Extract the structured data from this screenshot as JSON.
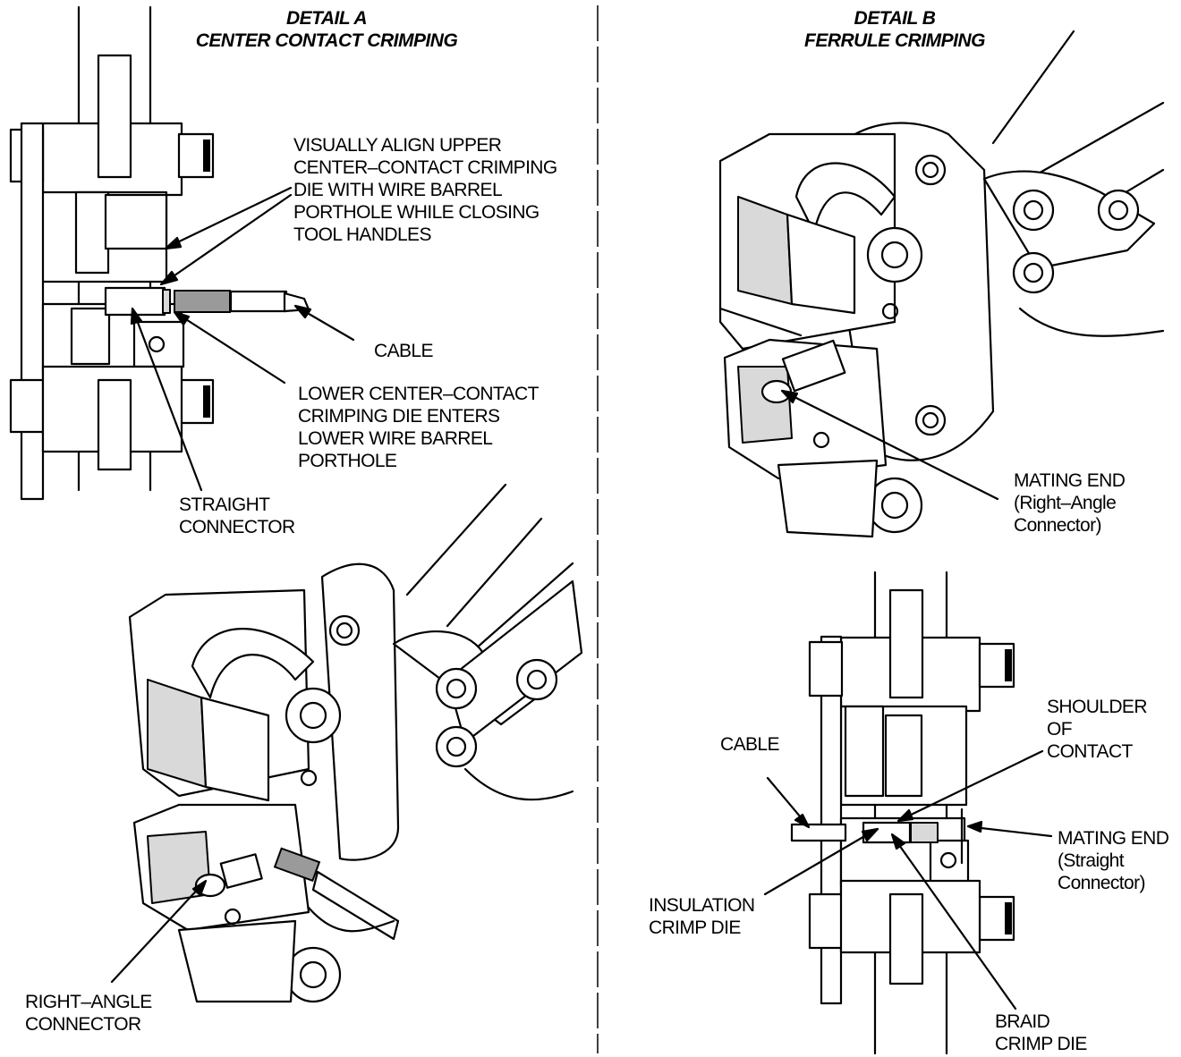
{
  "detail_a": {
    "title_line1": "DETAIL A",
    "title_line2": "CENTER CONTACT CRIMPING",
    "align_label": [
      "VISUALLY ALIGN UPPER",
      "CENTER–CONTACT CRIMPING",
      "DIE WITH WIRE BARREL",
      "PORTHOLE WHILE CLOSING",
      "TOOL HANDLES"
    ],
    "cable_label": "CABLE",
    "lower_die_label": [
      "LOWER CENTER–CONTACT",
      "CRIMPING DIE ENTERS",
      "LOWER WIRE BARREL",
      "PORTHOLE"
    ],
    "straight_connector_label": [
      "STRAIGHT",
      "CONNECTOR"
    ],
    "right_angle_connector_label": [
      "RIGHT–ANGLE",
      "CONNECTOR"
    ]
  },
  "detail_b": {
    "title_line1": "DETAIL B",
    "title_line2": "FERRULE CRIMPING",
    "mating_end_right_angle_label": [
      "MATING END",
      "(Right–Angle",
      "Connector)"
    ],
    "shoulder_label": [
      "SHOULDER",
      "OF",
      "CONTACT"
    ],
    "cable_label": "CABLE",
    "mating_end_straight_label": [
      "MATING END",
      "(Straight",
      "Connector)"
    ],
    "insulation_die_label": [
      "INSULATION",
      "CRIMP DIE"
    ],
    "braid_die_label": [
      "BRAID",
      "CRIMP DIE"
    ]
  },
  "colors": {
    "line": "#000000",
    "background": "#ffffff",
    "shade": "#d9d9d9"
  }
}
